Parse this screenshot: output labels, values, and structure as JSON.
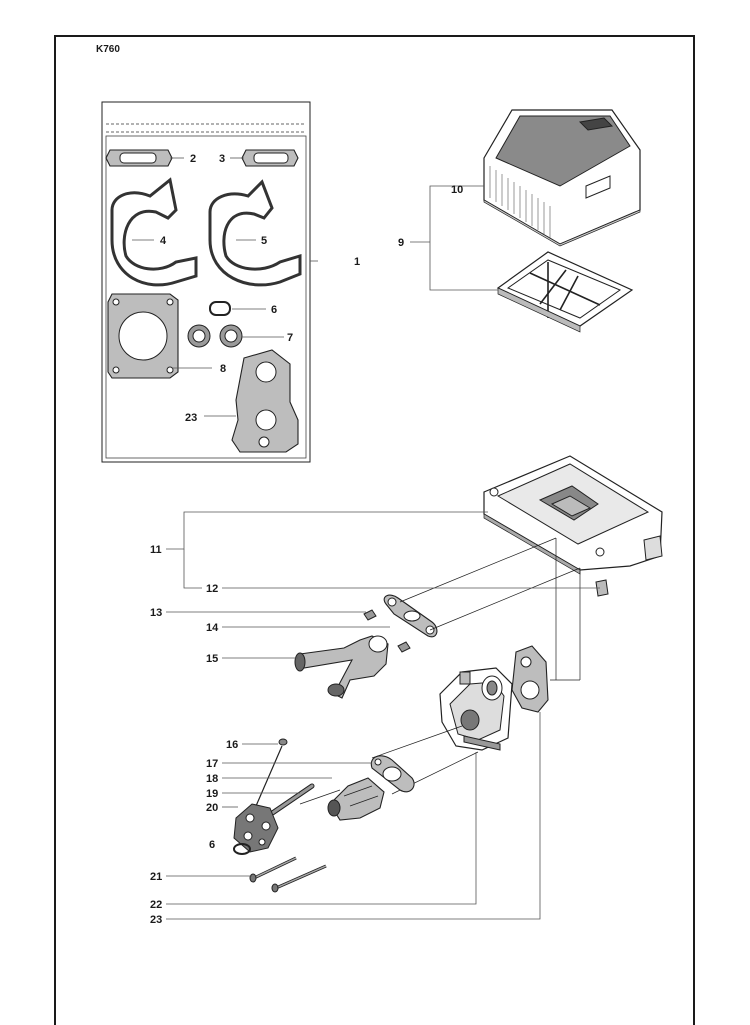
{
  "header": {
    "model": "K760"
  },
  "callouts": [
    "1",
    "2",
    "3",
    "4",
    "5",
    "6",
    "7",
    "8",
    "9",
    "10",
    "11",
    "12",
    "13",
    "14",
    "15",
    "16",
    "17",
    "18",
    "19",
    "20",
    "6",
    "21",
    "22",
    "23",
    "23"
  ]
}
